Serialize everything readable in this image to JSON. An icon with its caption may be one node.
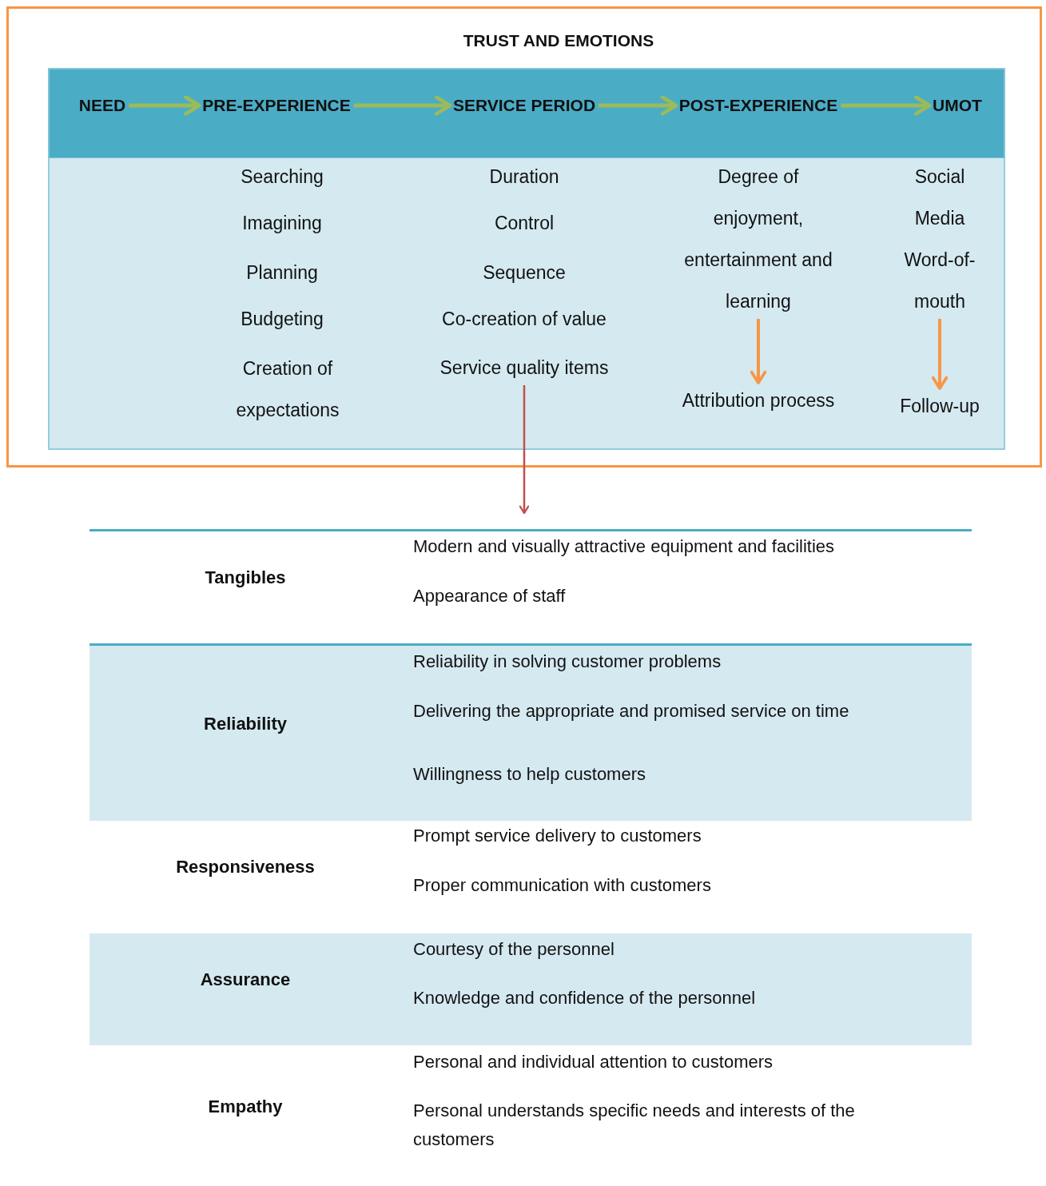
{
  "diagram": {
    "nodes": [
      {
        "text": [
          "TRUST AND EMOTIONS"
        ]
      },
      {
        "text": [
          "NEED"
        ],
        "in": 0
      },
      {
        "text": [
          "PRE-EXPERIENCE"
        ],
        "in": 0
      },
      {
        "text": [
          "SERVICE PERIOD"
        ],
        "in": 0
      },
      {
        "text": [
          "POST-EXPERIENCE"
        ],
        "in": 0
      },
      {
        "text": [
          "UMOT"
        ],
        "in": 0
      },
      {
        "text": [
          "Service quality items"
        ],
        "in": 0
      },
      {
        "text": [
          "Degree of enjoyment, entertainment and learning"
        ],
        "in": 0
      },
      {
        "text": [
          "Attribution process"
        ],
        "in": 0
      },
      {
        "text": [
          "Social Media",
          "Word-of-mouth"
        ],
        "in": 0
      },
      {
        "text": [
          "Follow-up"
        ],
        "in": 0
      }
    ],
    "edges": [
      {
        "from": 1,
        "to": 2,
        "arrow": "to"
      },
      {
        "from": 2,
        "to": 3,
        "arrow": "to"
      },
      {
        "from": 3,
        "to": 4,
        "arrow": "to"
      },
      {
        "from": 4,
        "to": 5,
        "arrow": "to"
      },
      {
        "from": 7,
        "to": 8,
        "arrow": "to",
        "color": "#f79646"
      },
      {
        "from": 9,
        "to": 10,
        "arrow": "to",
        "color": "#f79646"
      },
      {
        "from": 6,
        "to": null,
        "arrow": "to",
        "color": "#c0504d"
      }
    ],
    "labels": [
      "Searching",
      "Imagining",
      "Planning",
      "Budgeting",
      "Creation of expectations",
      "Duration",
      "Control",
      "Sequence",
      "Co-creation of value",
      "Tangibles",
      "Modern and visually attractive equipment and facilities",
      "Appearance of staff",
      "Reliability",
      "Reliability in solving customer problems",
      "Delivering the appropriate and promised service on time",
      "Willingness to help customers",
      "Responsiveness",
      "Prompt service delivery to customers",
      "Proper communication with customers",
      "Assurance",
      "Courtesy of the personnel",
      "Knowledge and confidence of the personnel",
      "Empathy",
      "Personal and individual attention to customers",
      "Personal understands specific needs and interests of the customers"
    ]
  }
}
